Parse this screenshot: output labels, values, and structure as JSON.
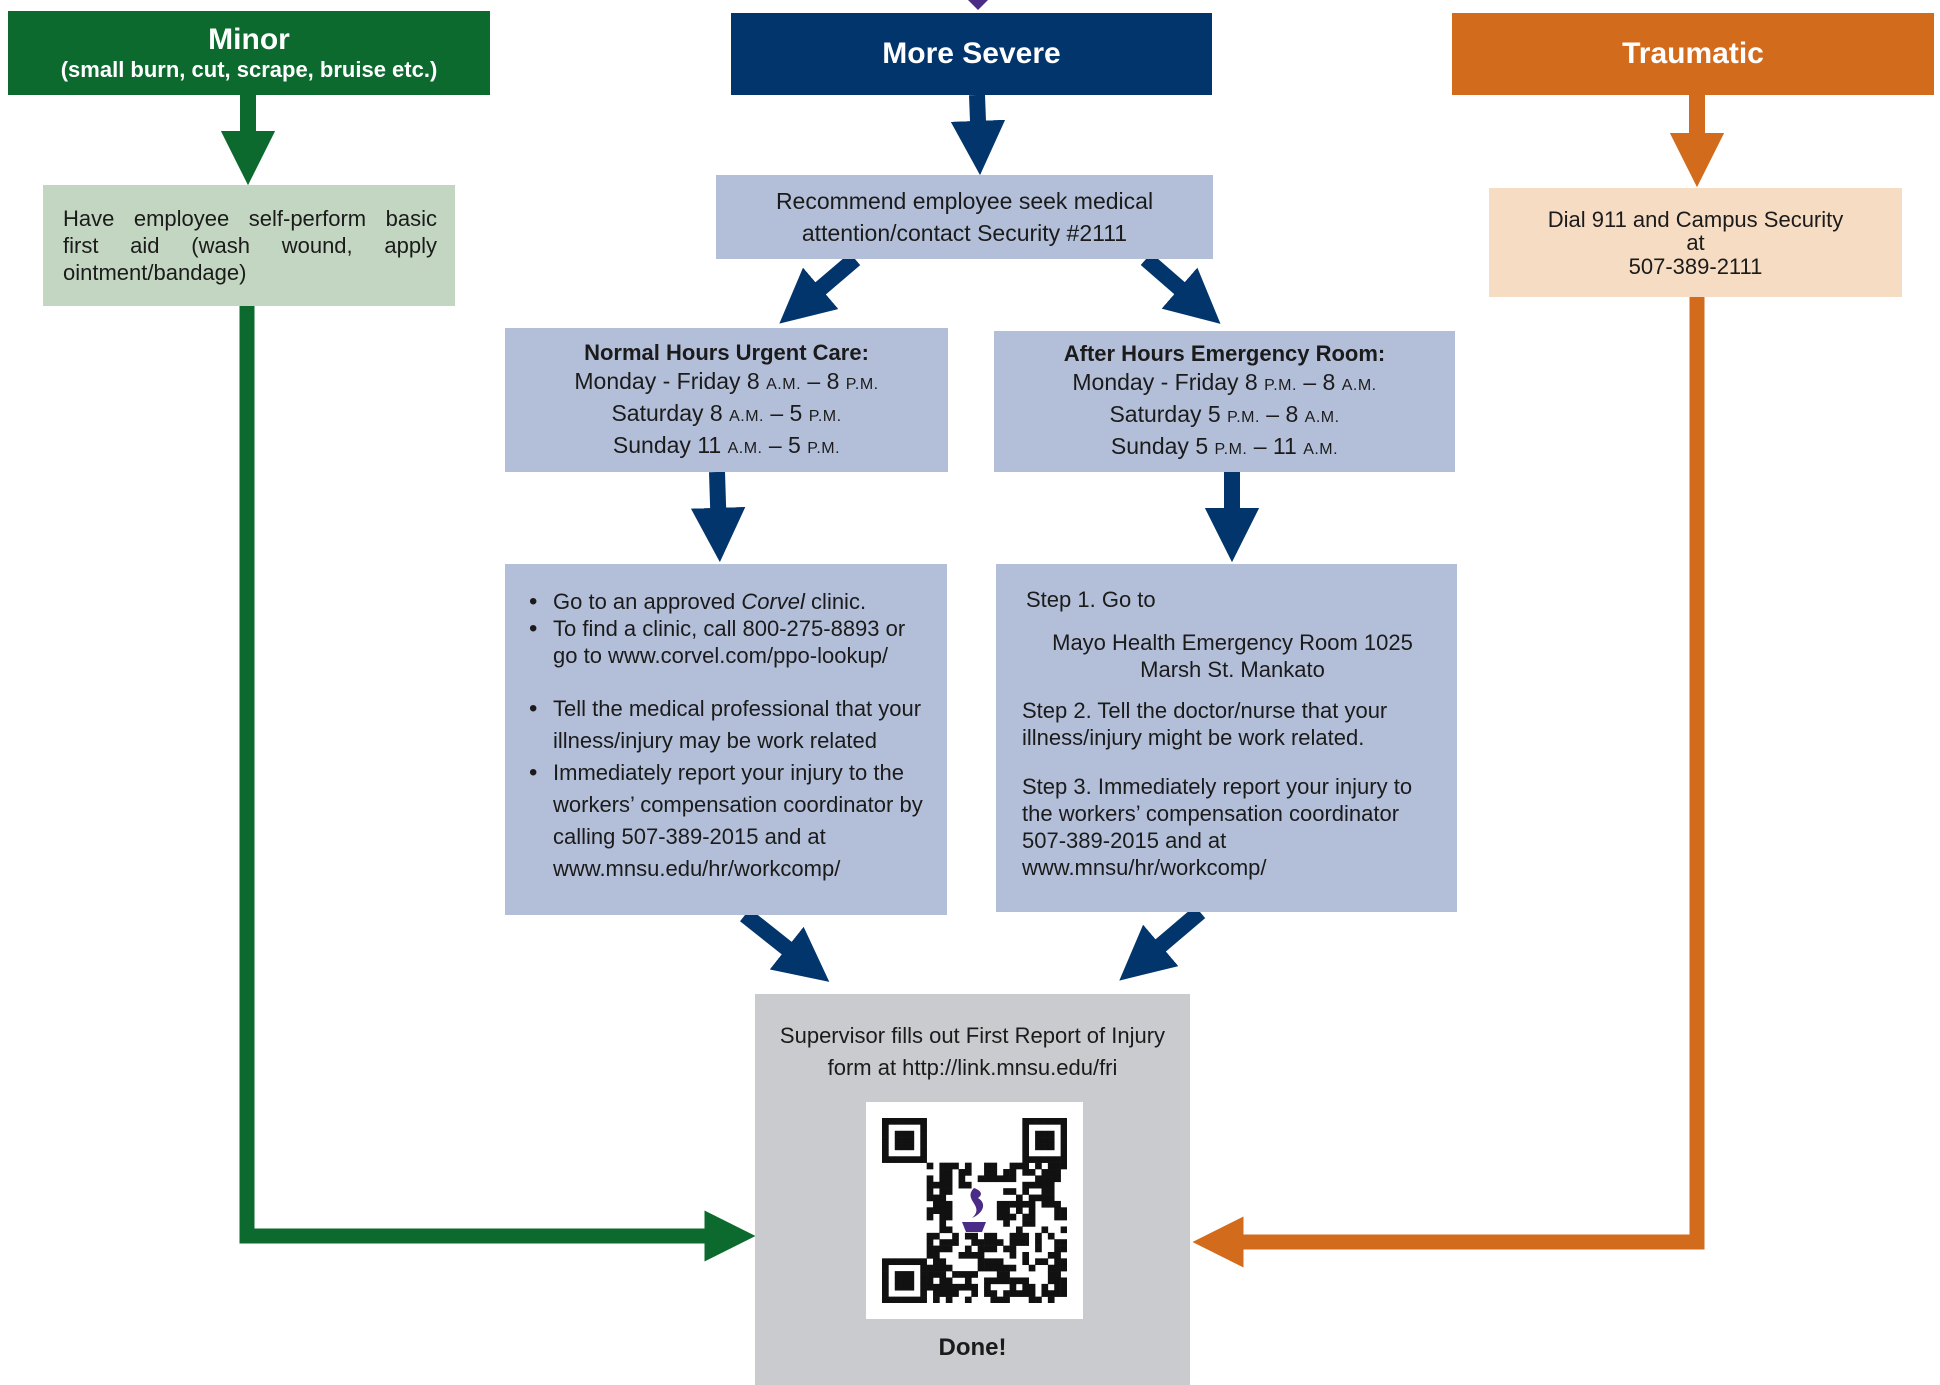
{
  "minor": {
    "title": "Minor",
    "subtitle": "(small burn, cut, scrape, bruise etc.)",
    "action": "Have employee self-perform basic first aid (wash wound, apply ointment/bandage)",
    "color": "#0c6a2e"
  },
  "severe": {
    "title": "More Severe",
    "action_line1": "Recommend employee seek medical",
    "action_line2": "attention/contact Security #2111",
    "color": "#02356b",
    "urgent": {
      "heading": "Normal Hours Urgent Care:",
      "lines": [
        {
          "day": "Monday - Friday 8 ",
          "a": "A.M.",
          "mid": " – 8 ",
          "b": "P.M."
        },
        {
          "day": "Saturday 8 ",
          "a": "A.M.",
          "mid": " – 5 ",
          "b": "P.M."
        },
        {
          "day": "Sunday 11 ",
          "a": "A.M.",
          "mid": " – 5 ",
          "b": "P.M."
        }
      ]
    },
    "er": {
      "heading": "After Hours Emergency Room:",
      "lines": [
        {
          "day": "Monday - Friday 8 ",
          "a": "P.M.",
          "mid": " – 8 ",
          "b": "A.M."
        },
        {
          "day": "Saturday 5 ",
          "a": "P.M.",
          "mid": " – 8 ",
          "b": "A.M."
        },
        {
          "day": "Sunday 5 ",
          "a": "P.M.",
          "mid": " – 11 ",
          "b": "A.M."
        }
      ]
    },
    "clinic": {
      "b1_pre": "Go to an approved ",
      "b1_em": "Corvel",
      "b1_post": " clinic.",
      "b2": "To find a clinic, call 800-275-8893 or go to www.corvel.com/ppo-lookup/",
      "b3": "Tell the medical professional that your illness/injury may be work related",
      "b4": "Immediately report your injury to the workers’ compensation coordinator by calling 507-389-2015 and at www.mnsu.edu/hr/workcomp/"
    },
    "er_steps": {
      "step1": "Step 1. Go to",
      "address": "Mayo Health Emergency Room 1025 Marsh St. Mankato",
      "step2": "Step 2. Tell the doctor/nurse that your illness/injury might be work related.",
      "step3": "Step 3. Immediately report your injury to the workers’ compensation coordinator 507-389-2015 and at www.mnsu/hr/workcomp/"
    }
  },
  "traumatic": {
    "title": "Traumatic",
    "line1": "Dial 911 and Campus Security",
    "line2": "at",
    "line3": "507-389-2111",
    "color": "#d36b1c"
  },
  "final": {
    "line1": "Supervisor fills out First Report of Injury",
    "line2": "form at http://link.mnsu.edu/fri",
    "qr_icon": "qr-code-icon",
    "done": "Done!"
  }
}
